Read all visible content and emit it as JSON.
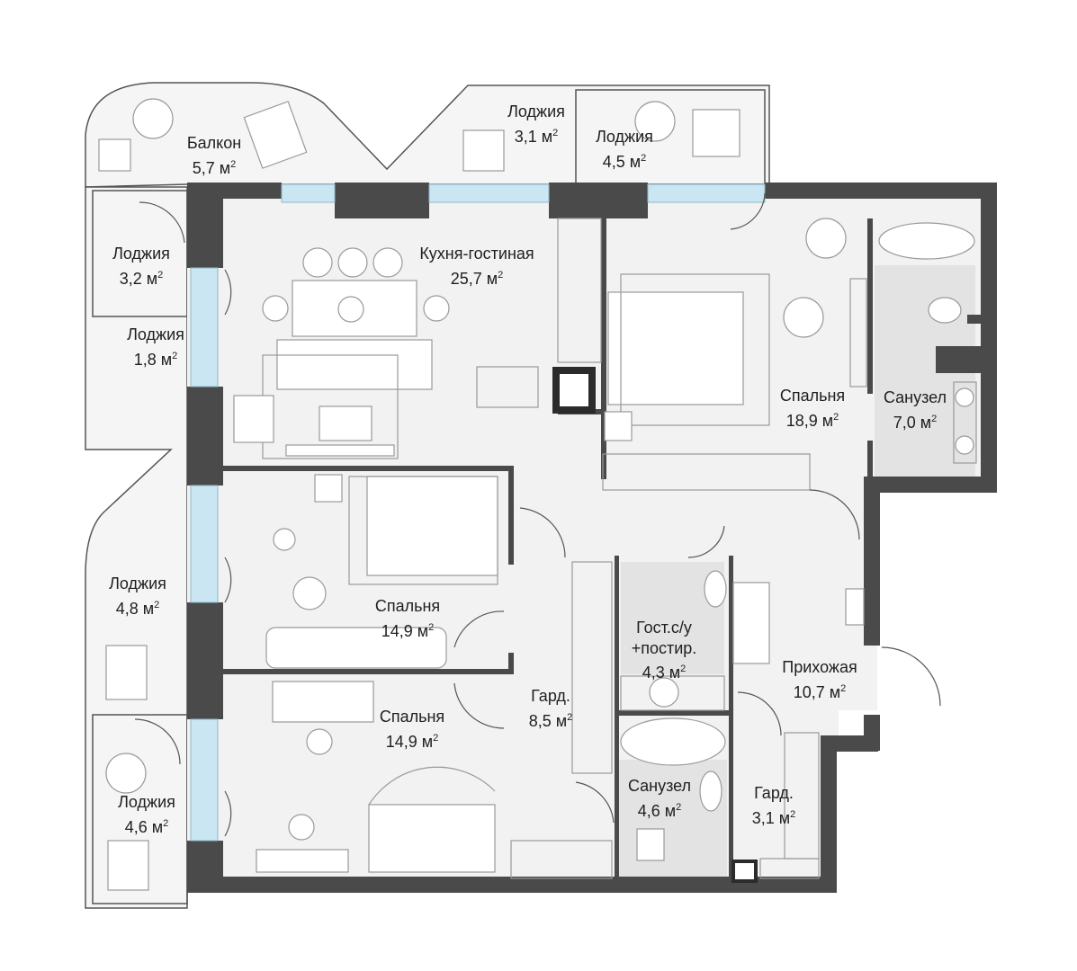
{
  "rooms": [
    {
      "name": "Балкон",
      "area": "5,7"
    },
    {
      "name": "Лоджия",
      "area": "3,1"
    },
    {
      "name": "Лоджия",
      "area": "4,5"
    },
    {
      "name": "Лоджия",
      "area": "3,2"
    },
    {
      "name": "Лоджия",
      "area": "1,8"
    },
    {
      "name": "Кухня-гостиная",
      "area": "25,7"
    },
    {
      "name": "Спальня",
      "area": "18,9"
    },
    {
      "name": "Санузел",
      "area": "7,0"
    },
    {
      "name": "Лоджия",
      "area": "4,8"
    },
    {
      "name": "Спальня",
      "area": "14,9"
    },
    {
      "name": "Гост.с/у\n+постир.",
      "area": "4,3"
    },
    {
      "name": "Прихожая",
      "area": "10,7"
    },
    {
      "name": "Гард.",
      "area": "8,5"
    },
    {
      "name": "Спальня",
      "area": "14,9"
    },
    {
      "name": "Лоджия",
      "area": "4,6"
    },
    {
      "name": "Санузел",
      "area": "4,6"
    },
    {
      "name": "Гард.",
      "area": "3,1"
    }
  ],
  "area_unit": "м",
  "area_unit_power": "2",
  "colors": {
    "wall": "#4a4a4a",
    "floor": "#f2f2f2",
    "window": "#c9e6f2",
    "tile": "#e3e3e3",
    "line": "#2b2b2b",
    "furniture": "#9a9a9a"
  }
}
